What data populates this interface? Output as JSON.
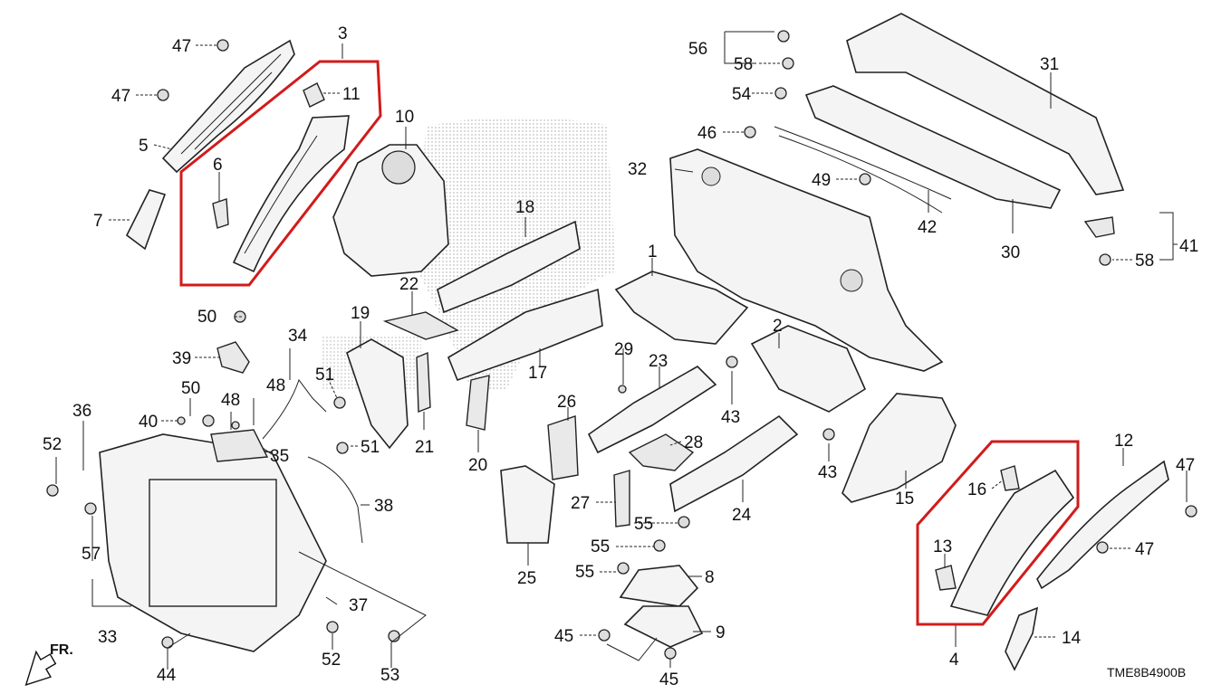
{
  "labels": {
    "l1": "1",
    "l2": "2",
    "l3": "3",
    "l4": "4",
    "l5": "5",
    "l6": "6",
    "l7": "7",
    "l8": "8",
    "l9": "9",
    "l10": "10",
    "l11": "11",
    "l12": "12",
    "l13": "13",
    "l14": "14",
    "l15": "15",
    "l16": "16",
    "l17": "17",
    "l18": "18",
    "l19": "19",
    "l20": "20",
    "l21": "21",
    "l22": "22",
    "l23": "23",
    "l24": "24",
    "l25": "25",
    "l26": "26",
    "l27": "27",
    "l28": "28",
    "l29": "29",
    "l30": "30",
    "l31": "31",
    "l32": "32",
    "l33": "33",
    "l34": "34",
    "l35": "35",
    "l36": "36",
    "l37": "37",
    "l38": "38",
    "l39": "39",
    "l40": "40",
    "l41": "41",
    "l42": "42",
    "l43a": "43",
    "l43b": "43",
    "l44": "44",
    "l45a": "45",
    "l45b": "45",
    "l46": "46",
    "l47a": "47",
    "l47b": "47",
    "l47c": "47",
    "l47d": "47",
    "l48a": "48",
    "l48b": "48",
    "l49": "49",
    "l50a": "50",
    "l50b": "50",
    "l51a": "51",
    "l51b": "51",
    "l52a": "52",
    "l52b": "52",
    "l53": "53",
    "l54": "54",
    "l55a": "55",
    "l55b": "55",
    "l55c": "55",
    "l56": "56",
    "l57": "57",
    "l58a": "58",
    "l58b": "58"
  },
  "front_indicator": "FR.",
  "diagram_code": "TME8B4900B",
  "highlight_color": "#d21b1b"
}
